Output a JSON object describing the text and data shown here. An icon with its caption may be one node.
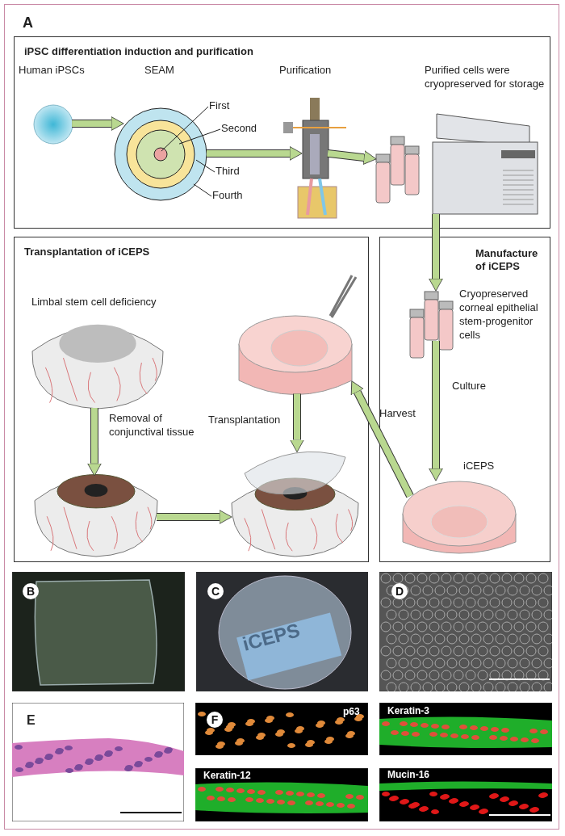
{
  "diagram": {
    "nodes": [
      {
        "text": [
          "iPSC differentiation induction and purification"
        ]
      },
      {
        "text": [
          "Human iPSCs"
        ],
        "in": 0
      },
      {
        "text": [
          "SEAM"
        ],
        "in": 0
      },
      {
        "text": [
          "Purification"
        ],
        "in": 0
      },
      {
        "text": [],
        "shape": "picture",
        "in": 0
      },
      {
        "text": [
          "Purified cells were cryopreserved for storage"
        ],
        "in": 0
      },
      {
        "text": [
          "First"
        ],
        "in": 0
      },
      {
        "text": [
          "Second"
        ],
        "in": 0
      },
      {
        "text": [
          "Third"
        ],
        "in": 0
      },
      {
        "text": [
          "Fourth"
        ],
        "in": 0
      },
      {
        "text": [
          "Transplantation of iCEPS"
        ]
      },
      {
        "text": [
          "Limbal stem cell deficiency"
        ],
        "in": 10
      },
      {
        "text": [],
        "shape": "picture",
        "in": 10
      },
      {
        "text": [],
        "shape": "picture",
        "in": 10
      },
      {
        "text": [],
        "shape": "picture",
        "in": 10
      },
      {
        "text": [
          "Manufacture of iCEPS"
        ]
      },
      {
        "text": [
          "Cryopreserved corneal epithelial stem-progenitor cells"
        ],
        "in": 15
      },
      {
        "text": [
          "iCEPS"
        ],
        "in": 15
      }
    ],
    "edges": [
      {
        "from": 1,
        "to": 2,
        "arrow": "to"
      },
      {
        "from": 2,
        "to": 3,
        "arrow": "to"
      },
      {
        "from": 3,
        "to": 4,
        "arrow": "to"
      },
      {
        "from": 6,
        "to": 2,
        "arrow": "none",
        "color": "#222222"
      },
      {
        "from": 7,
        "to": 2,
        "arrow": "none",
        "color": "#222222"
      },
      {
        "from": 8,
        "to": 2,
        "arrow": "none",
        "color": "#222222"
      },
      {
        "from": 9,
        "to": 2,
        "arrow": "none",
        "color": "#222222"
      },
      {
        "from": 5,
        "to": 16,
        "arrow": "to"
      },
      {
        "from": 16,
        "to": 17,
        "label": "Culture",
        "arrow": "to"
      },
      {
        "from": 17,
        "to": 13,
        "label": "Harvest",
        "arrow": "to"
      },
      {
        "from": 11,
        "to": 12,
        "label": "Removal of conjunctival tissue",
        "arrow": "to"
      },
      {
        "from": 13,
        "to": 14,
        "label": "Transplantation",
        "arrow": "to"
      },
      {
        "from": 12,
        "to": 14,
        "arrow": "to"
      }
    ],
    "labels": [
      "A",
      "B",
      "C",
      "iCEPS",
      "D",
      "E",
      "F",
      "p63",
      "Keratin-3",
      "Keratin-12",
      "Mucin-16"
    ]
  }
}
